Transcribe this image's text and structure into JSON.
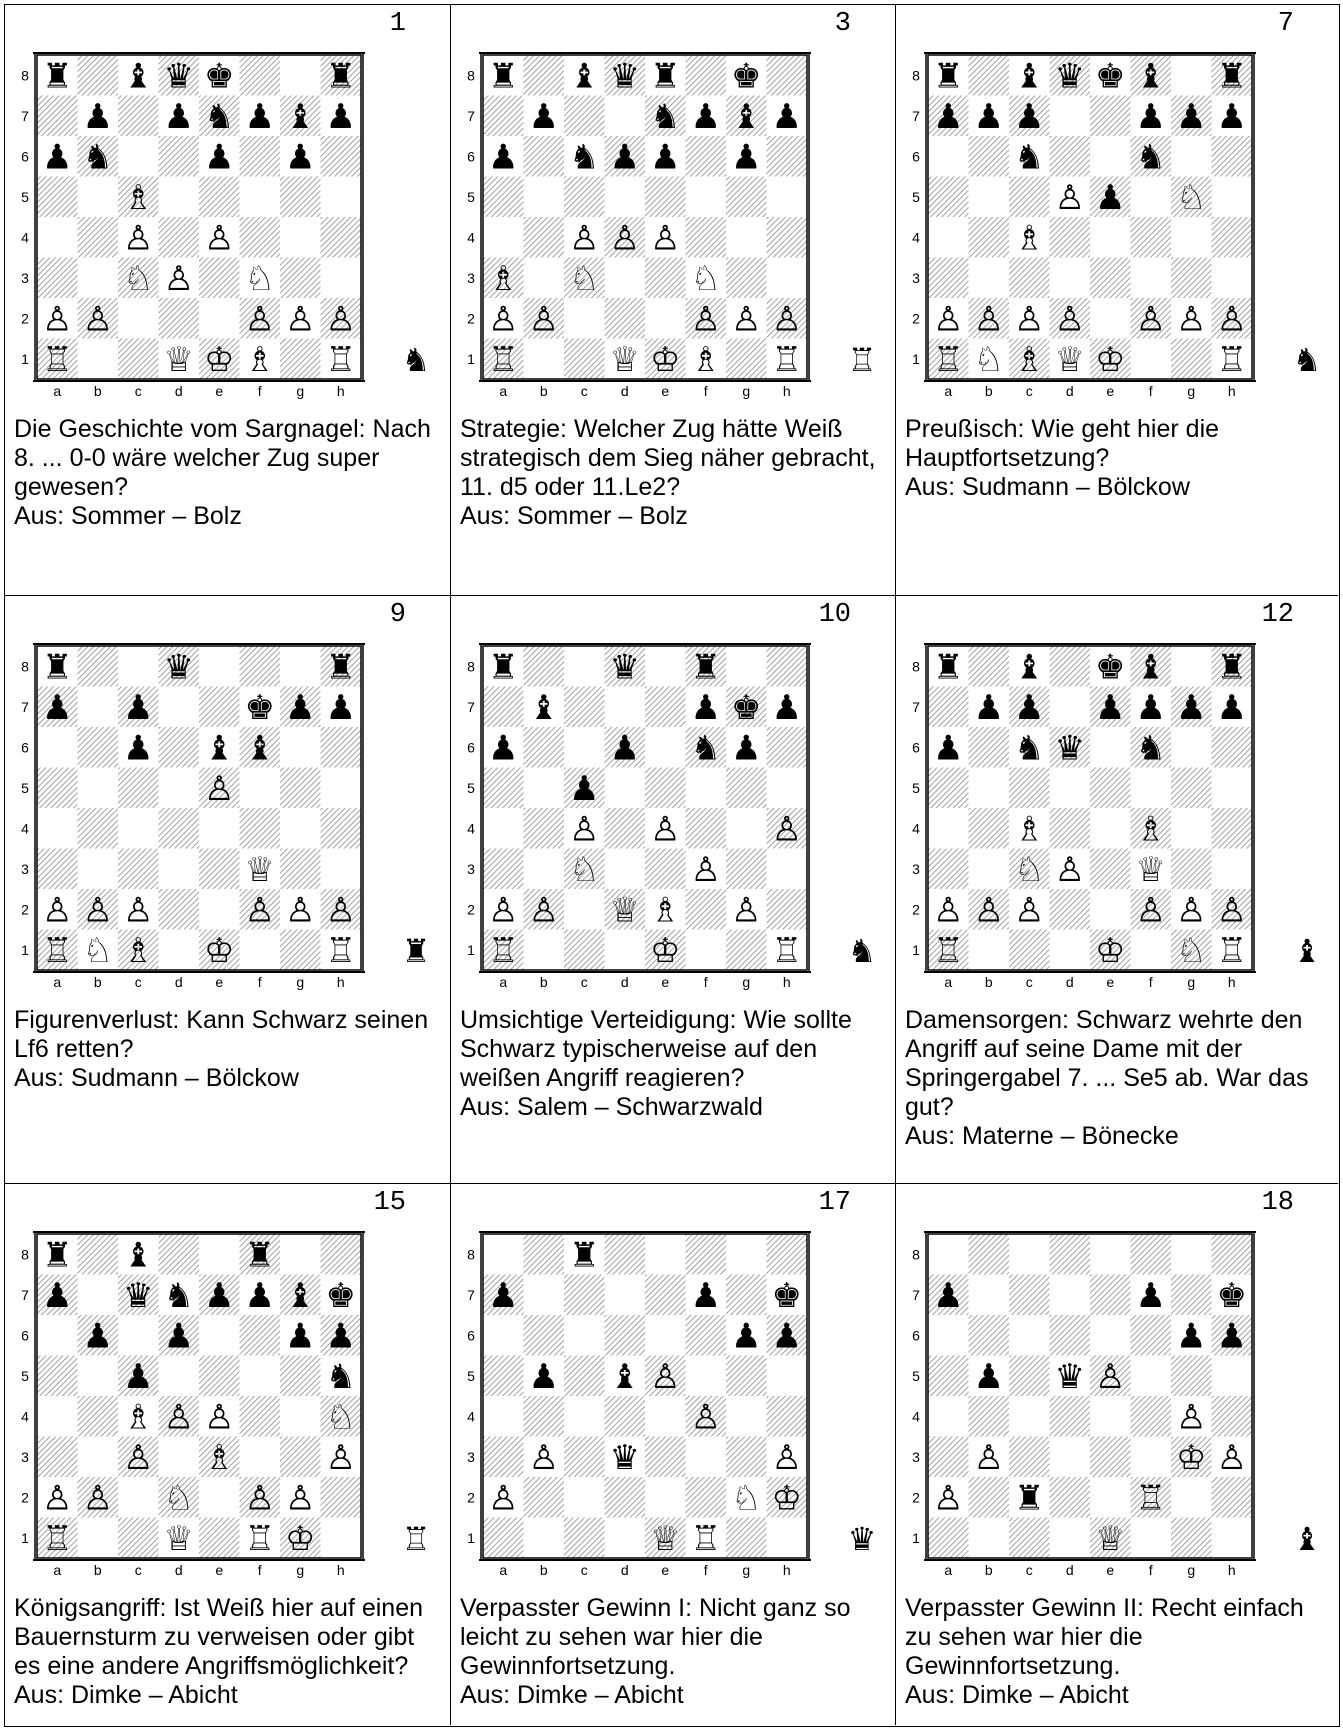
{
  "files": [
    "a",
    "b",
    "c",
    "d",
    "e",
    "f",
    "g",
    "h"
  ],
  "ranks": [
    "8",
    "7",
    "6",
    "5",
    "4",
    "3",
    "2",
    "1"
  ],
  "piece_glyphs": {
    "K": "♔",
    "Q": "♕",
    "R": "♖",
    "B": "♗",
    "N": "♘",
    "P": "♙",
    "k": "♚",
    "q": "♛",
    "r": "♜",
    "b": "♝",
    "n": "♞",
    "p": "♟"
  },
  "colors": {
    "border": "#000000",
    "hatch": "#8a8a8a",
    "light_square": "#ffffff"
  },
  "diagrams": [
    {
      "number": "1",
      "to_move": "n",
      "board": [
        "r.bqk..r",
        ".p.pnpbp",
        "pn..p.p.",
        "..B.....",
        "..P.P...",
        "..NP.N..",
        "PP...PPP",
        "R..QKB.R"
      ],
      "caption": "Die Geschichte vom Sargnagel: Nach 8. ... 0-0 wäre welcher Zug super gewesen?",
      "source": "Aus: Sommer – Bolz"
    },
    {
      "number": "3",
      "to_move": "R",
      "board": [
        "r.bqr.k.",
        ".p..npbp",
        "p.npp.p.",
        "........",
        "..PPP...",
        "B.N..N..",
        "PP...PPP",
        "R..QKB.R"
      ],
      "caption": "Strategie: Welcher Zug hätte Weiß strategisch dem Sieg näher gebracht, 11. d5 oder 11.Le2?",
      "source": "Aus: Sommer – Bolz"
    },
    {
      "number": "7",
      "to_move": "n",
      "board": [
        "r.bqkb.r",
        "ppp..ppp",
        "..n..n..",
        "...Pp.N.",
        "..B.....",
        "........",
        "PPPP.PPP",
        "RNBQK..R"
      ],
      "caption": "Preußisch: Wie geht hier die Hauptfortsetzung?",
      "source": "Aus: Sudmann – Bölckow"
    },
    {
      "number": "9",
      "to_move": "r",
      "board": [
        "r..q...r",
        "p.p..kpp",
        "..p.bb..",
        "....P...",
        "........",
        ".....Q..",
        "PPP..PPP",
        "RNB.K..R"
      ],
      "caption": "Figurenverlust: Kann Schwarz seinen Lf6 retten?",
      "source": "Aus: Sudmann – Bölckow"
    },
    {
      "number": "10",
      "to_move": "n",
      "board": [
        "r..q.r..",
        ".b...pkp",
        "p..p.np.",
        "..p.....",
        "..P.P..P",
        "..N..P..",
        "PP.QB.P.",
        "R...K..R"
      ],
      "caption": "Umsichtige Verteidigung: Wie sollte Schwarz typischerweise auf den weißen Angriff reagieren?",
      "source": "Aus: Salem – Schwarzwald"
    },
    {
      "number": "12",
      "to_move": "b",
      "board": [
        "r.b.kb.r",
        ".pp.pppp",
        "p.nq.n..",
        "........",
        "..B..B..",
        "..NP.Q..",
        "PPP..PPP",
        "R...K.NR"
      ],
      "caption": "Damensorgen: Schwarz wehrte den Angriff auf seine Dame mit der Springergabel 7. ... Se5 ab. War das gut?",
      "source": "Aus: Materne – Bönecke"
    },
    {
      "number": "15",
      "to_move": "R",
      "board": [
        "r.b..r..",
        "p.qnppbk",
        ".p.p..pp",
        "..p....n",
        "..BPP..N",
        "..P.B..P",
        "PP.N.PP.",
        "R..Q.RK."
      ],
      "caption": "Königsangriff: Ist Weiß hier auf einen Bauernsturm zu verweisen oder gibt es eine andere Angriffsmöglichkeit?",
      "source": "Aus: Dimke – Abicht"
    },
    {
      "number": "17",
      "to_move": "q",
      "board": [
        "..r.....",
        "p....p.k",
        "......pp",
        ".p.bP...",
        ".....P..",
        ".P.q...P",
        "P.....NK",
        "....QR.."
      ],
      "caption": "Verpasster Gewinn I: Nicht ganz so leicht zu sehen war hier die Gewinnfortsetzung.",
      "source": "Aus: Dimke – Abicht"
    },
    {
      "number": "18",
      "to_move": "b",
      "board": [
        "........",
        "p....p.k",
        "......pp",
        ".p.qP...",
        "......P.",
        ".P....KP",
        "P.r..R..",
        "....Q..."
      ],
      "caption": "Verpasster Gewinn II: Recht einfach zu sehen war hier die Gewinnfortsetzung.",
      "source": "Aus: Dimke – Abicht"
    }
  ]
}
